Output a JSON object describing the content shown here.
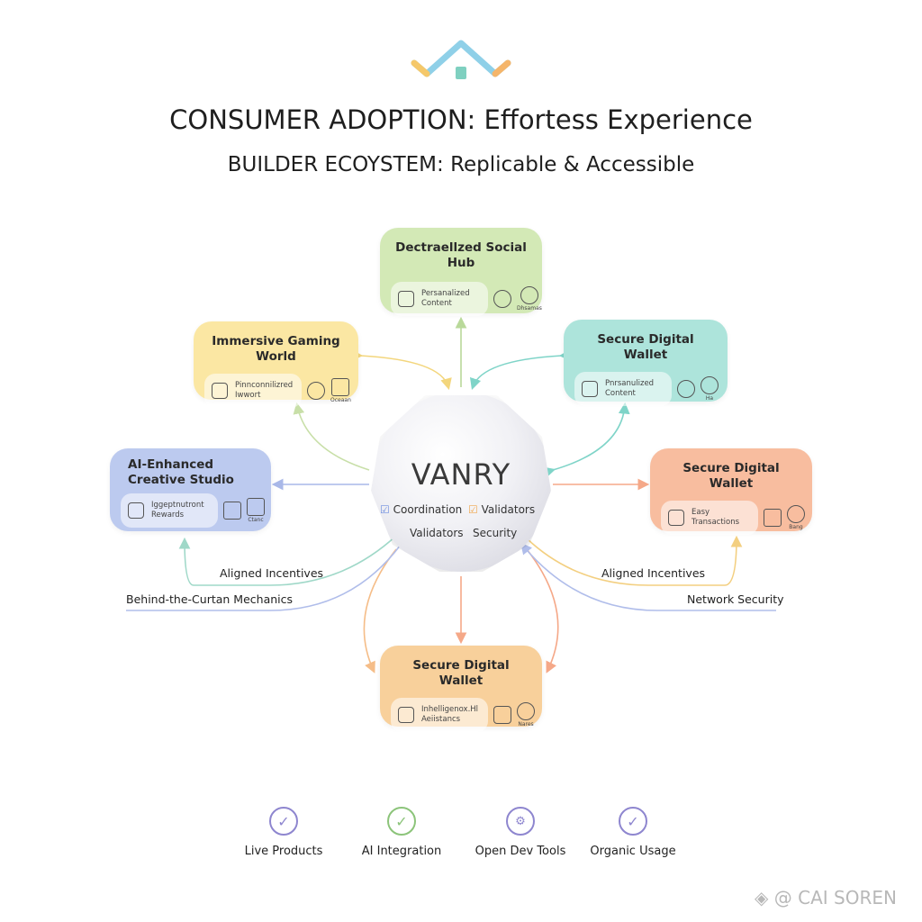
{
  "header": {
    "title": "CONSUMER ADOPTION: Effortess Experience",
    "subtitle": "BUILDER ECOYSTEM: Replicable & Accessible"
  },
  "center": {
    "name": "VANRY",
    "tags": [
      "Coordination",
      "Validators",
      "Validators",
      "Security"
    ]
  },
  "nodes": [
    {
      "title": "Dectraellzed Social Hub",
      "pill": "Persanalized Content",
      "icon_label": "Dhsamas",
      "color": "#d3e9b6"
    },
    {
      "title": "Immersive Gaming World",
      "pill": "Pinnconnilizred Iwwort",
      "icon_label": "Oceaan",
      "color": "#fbe7a3"
    },
    {
      "title": "Secure Digital Wallet",
      "pill": "Pnrsanulized Content",
      "icon_label": "Ha",
      "color": "#ade4db"
    },
    {
      "title": "AI-Enhanced Creative Studio",
      "pill": "Iggeptnutront Rewards",
      "icon_label": "Ctanc",
      "color": "#bccaef"
    },
    {
      "title": "Secure Digital Wallet",
      "pill": "Easy Transactions",
      "icon_label": "Bang",
      "color": "#f8bd9f"
    },
    {
      "title": "Secure Digital Wallet",
      "pill": "Inhelligenox.Hl Aeiistancs",
      "icon_label": "Nares",
      "color": "#f8d09b"
    }
  ],
  "labels": {
    "left1": "Aligned Incentives",
    "left2": "Behind-the-Curtan Mechanics",
    "right1": "Aligned Incentives",
    "right2": "Network Security"
  },
  "features": [
    {
      "label": "Live Products",
      "icon": "check-icon",
      "color": "#8e86cf"
    },
    {
      "label": "AI Integration",
      "icon": "check-icon",
      "color": "#8cc47a"
    },
    {
      "label": "Open Dev Tools",
      "icon": "tools-icon",
      "color": "#8e86cf"
    },
    {
      "label": "Organic Usage",
      "icon": "check-icon",
      "color": "#8e86cf"
    }
  ],
  "watermark": "@ CAI SOREN"
}
